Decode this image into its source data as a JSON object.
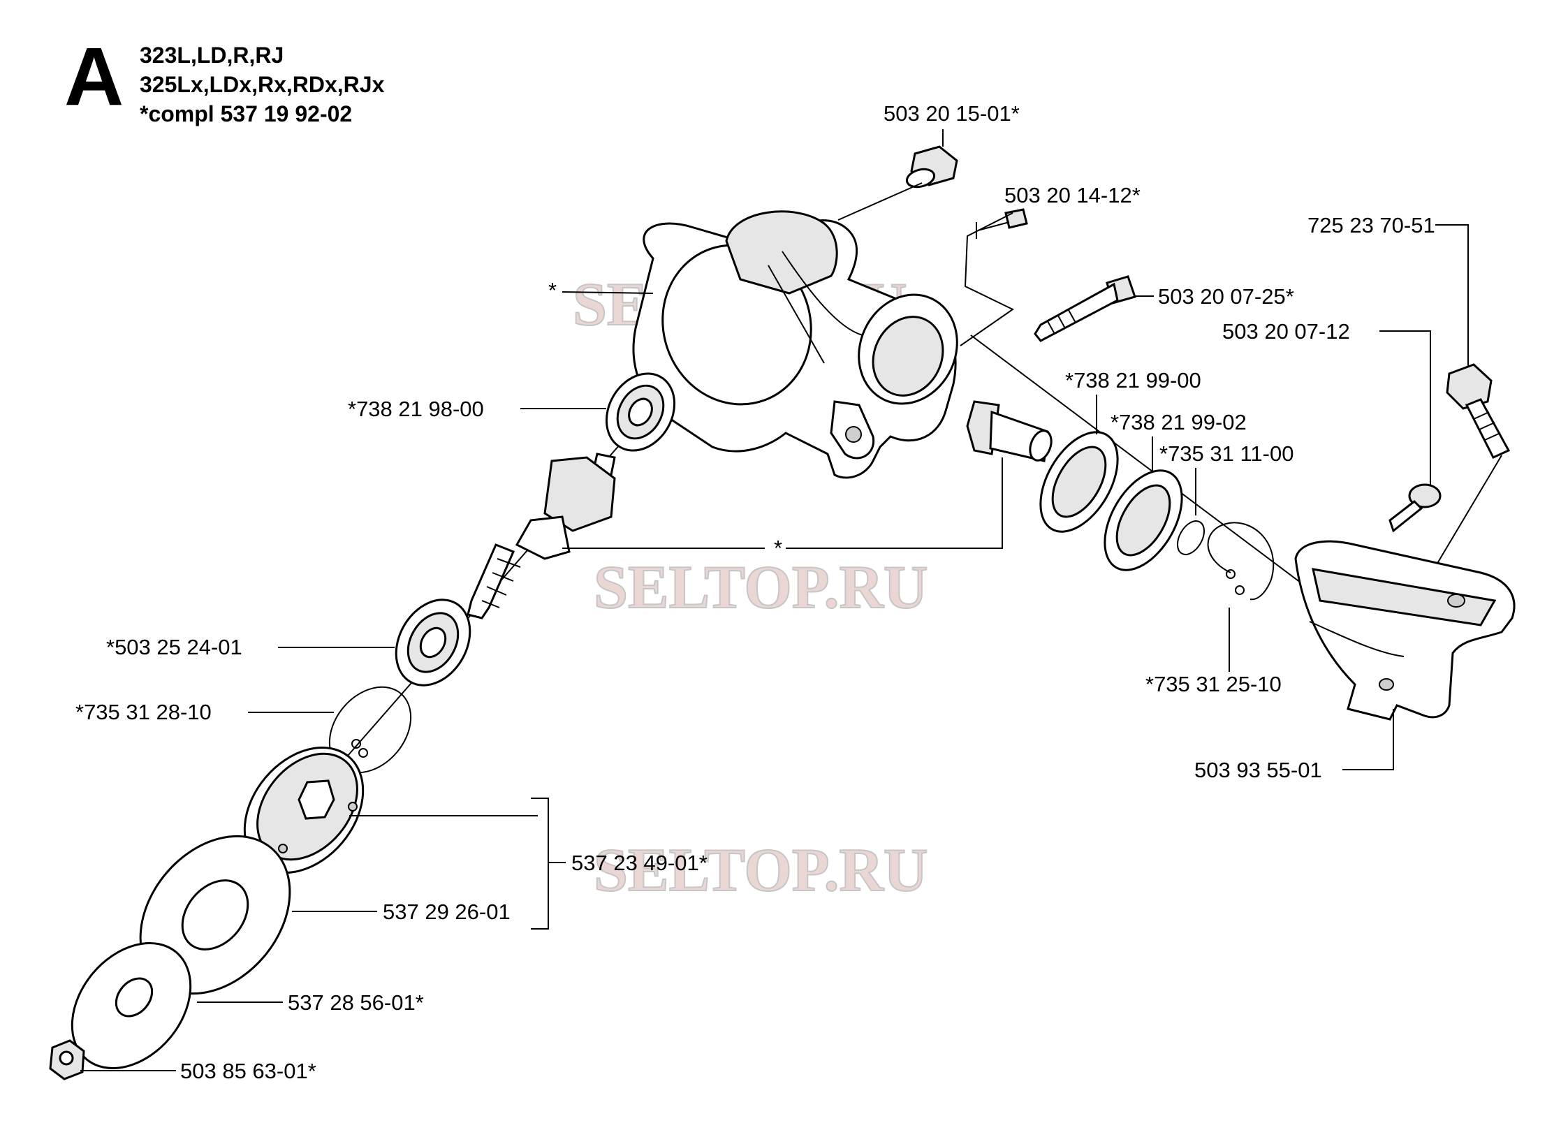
{
  "header": {
    "section_letter": "A",
    "models_line1": "323L,LD,R,RJ",
    "models_line2": "325Lx,LDx,Rx,RDx,RJx",
    "compl_note": "*compl 537 19 92-02"
  },
  "watermark": "SELTOP.RU",
  "parts": {
    "plug": "503 20 15-01*",
    "screw_small": "503 20 14-12*",
    "screw_long": "503 20 07-25*",
    "bolt": "725 23 70-51",
    "screw_guard": "503 20 07-12",
    "housing_star": "*",
    "bearing_top": "*738 21 98-00",
    "bearing_right_1": "*738 21 99-00",
    "bearing_right_2": "*738 21 99-02",
    "circlip_small": "*735 31 11-00",
    "gear_star": "*",
    "bearing_lower": "*503 25 24-01",
    "circlip_lower": "*735 31 28-10",
    "circlip_right": "*735 31 25-10",
    "guard": "503 93 55-01",
    "kit": "537 23 49-01*",
    "flange_cup": "537 29 26-01",
    "washer": "537 28 56-01*",
    "nut": "503 85 63-01*"
  }
}
